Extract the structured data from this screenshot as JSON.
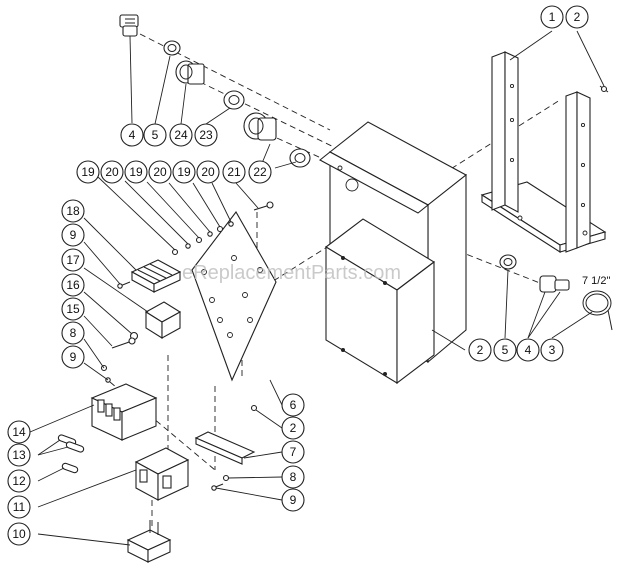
{
  "diagram": {
    "watermark": "eReplacementParts.com",
    "dimension_label": "7 1/2\"",
    "callouts": [
      "1",
      "2",
      "4",
      "5",
      "24",
      "23",
      "22",
      "19",
      "20",
      "19",
      "20",
      "19",
      "20",
      "21",
      "18",
      "9",
      "17",
      "16",
      "15",
      "8",
      "9",
      "14",
      "13",
      "12",
      "11",
      "10",
      "6",
      "2",
      "7",
      "8",
      "9",
      "2",
      "5",
      "4",
      "3"
    ]
  }
}
